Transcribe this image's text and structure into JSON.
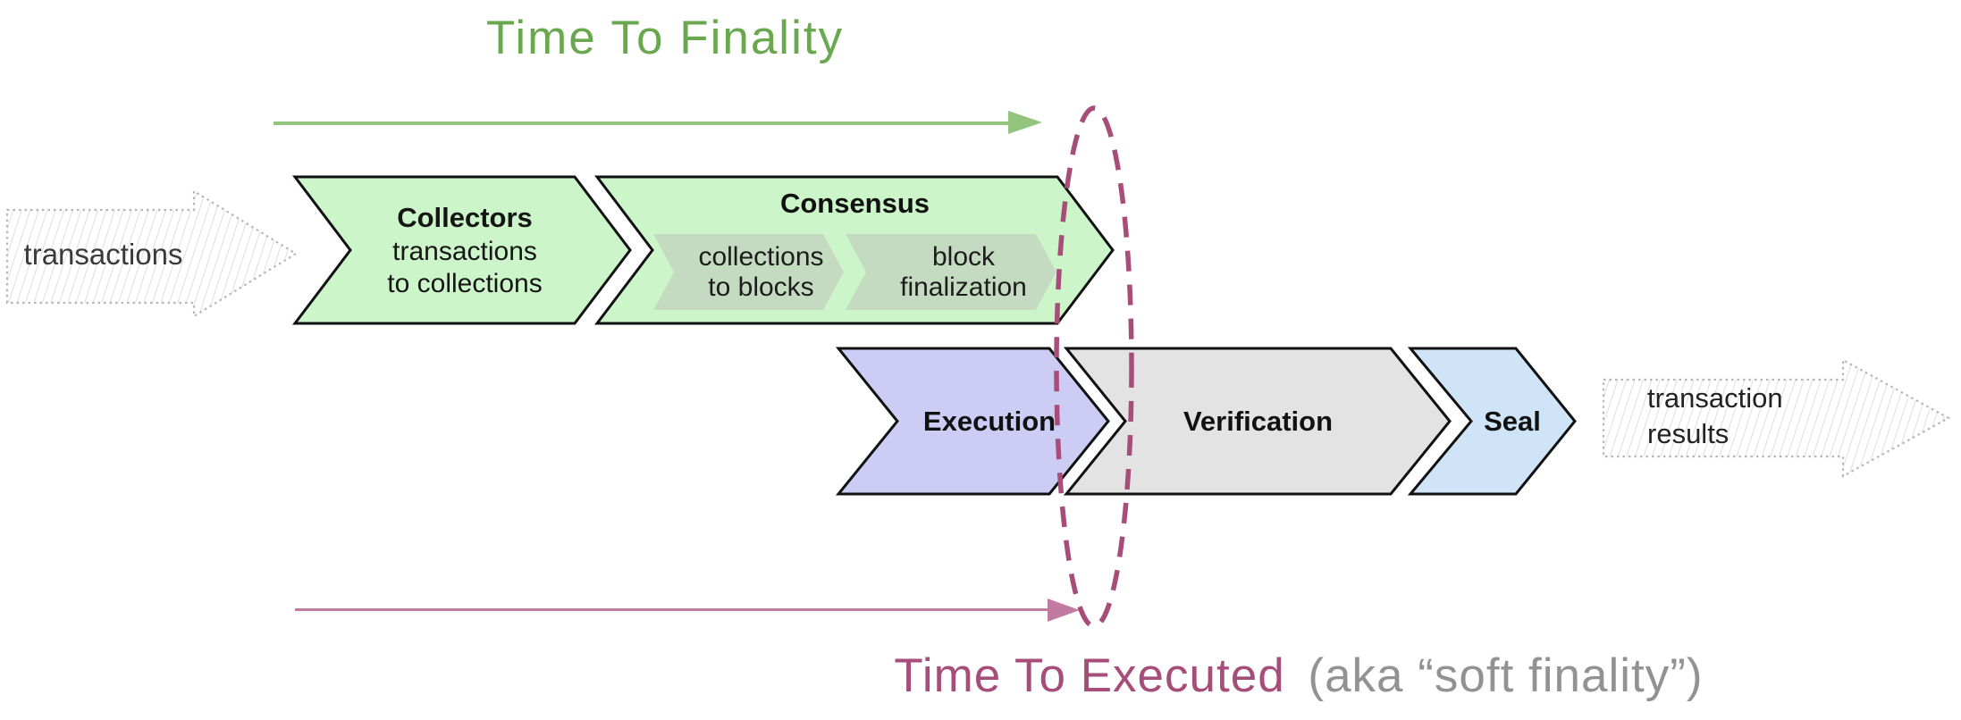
{
  "diagram": {
    "top_annotation": {
      "label": "Time To Finality"
    },
    "bottom_annotation": {
      "label": "Time To Executed",
      "note": "(aka “soft finality”)"
    },
    "input_arrow": {
      "label": "transactions"
    },
    "output_arrow": {
      "label_line1": "transaction",
      "label_line2": "results"
    },
    "stages": {
      "collectors": {
        "title": "Collectors",
        "subtitle_line1": "transactions",
        "subtitle_line2": "to collections"
      },
      "consensus": {
        "title": "Consensus",
        "sub_steps": [
          {
            "line1": "collections",
            "line2": "to blocks"
          },
          {
            "line1": "block",
            "line2": "finalization"
          }
        ]
      },
      "execution": {
        "title": "Execution"
      },
      "verification": {
        "title": "Verification"
      },
      "seal": {
        "title": "Seal"
      }
    }
  },
  "colors": {
    "finality_green": "#6aa84f",
    "finality_arrow_green": "#93c47d",
    "stage_green": "#cdf5ca",
    "stage_green_inner": "#c5dbc1",
    "execution_purple": "#ccccf5",
    "verification_gray": "#e3e3e3",
    "seal_blue": "#cfe4f7",
    "executed_magenta": "#a64d79",
    "executed_arrow_pink": "#c27ba0",
    "note_gray": "#929292",
    "outline_black": "#111111"
  }
}
